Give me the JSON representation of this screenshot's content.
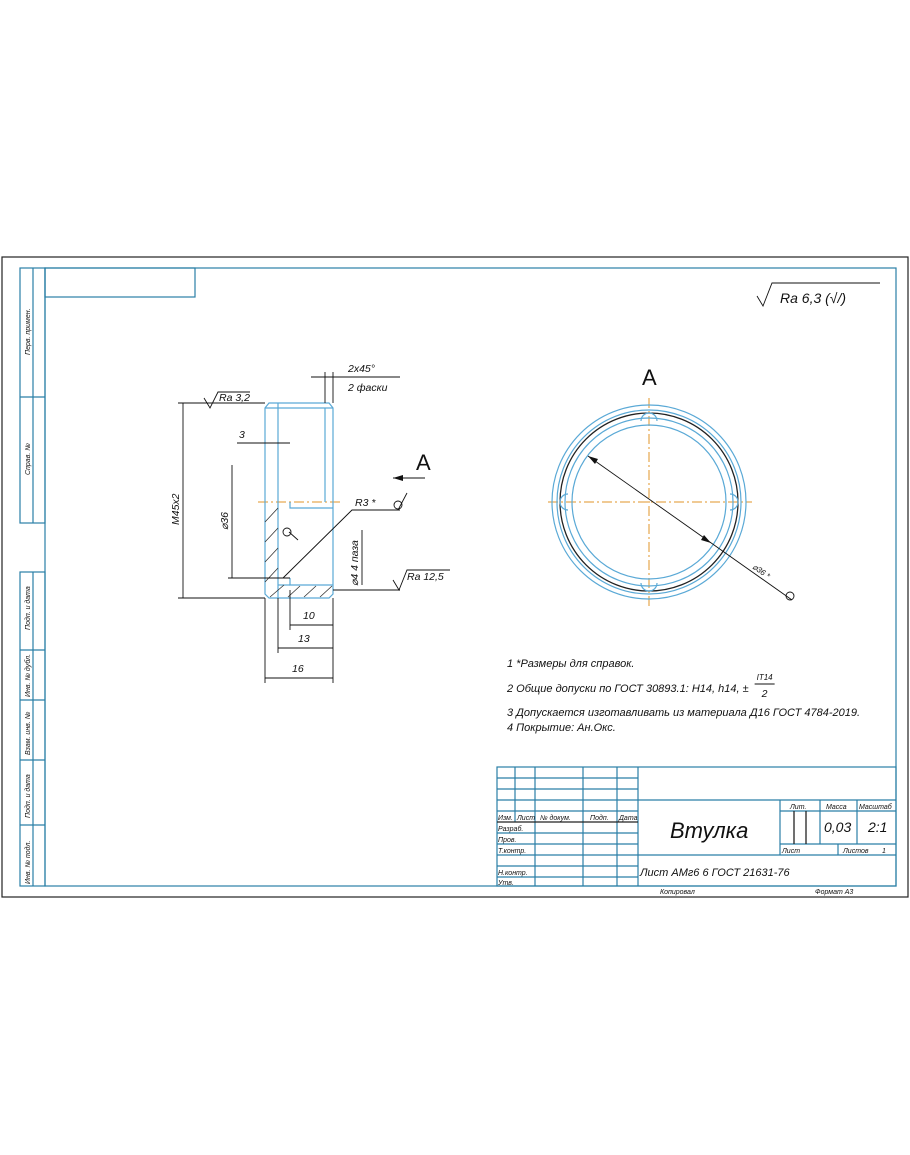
{
  "drawing": {
    "title": "Втулка",
    "material": "Лист АМг6 6 ГОСТ 21631-76",
    "mass": "0,03",
    "scale": "2:1",
    "sheets_label": "Листов",
    "sheets_value": "1",
    "sheet_label": "Лист",
    "lit_label": "Лит.",
    "mass_label": "Масса",
    "scale_label": "Масштаб",
    "copied": "Копировал",
    "format": "Формат   А3",
    "general_roughness": "Ra 6,3 (√/)"
  },
  "title_block_rows": {
    "izm": "Изм.",
    "list": "Лист",
    "doc": "№ докум.",
    "sign": "Подп.",
    "date": "Дата",
    "developed": "Разраб.",
    "checked": "Пров.",
    "tcontrol": "Т.контр.",
    "ncontrol": "Н.контр.",
    "approved": "Утв."
  },
  "side_strip": [
    "Перв. примен.",
    "Справ. №",
    "Подп. и дата",
    "Инв. № дубл.",
    "Взам. инв. №",
    "Подп. и дата",
    "Инв. № подл."
  ],
  "notes": [
    "1  *Размеры для справок.",
    "2  Общие допуски по ГОСТ 30893.1: H14, h14, ±",
    "3  Допускается изготавливать из материала Д16 ГОСТ 4784-2019.",
    "4  Покрытие: Ан.Окс."
  ],
  "note2_fraction": {
    "num": "IT14",
    "den": "2"
  },
  "dimensions": {
    "thread": "M45x2",
    "bore": "⌀36",
    "wall": "3",
    "d10": "10",
    "d13": "13",
    "d16": "16",
    "chamfer": "2x45°",
    "chamfer_note": "2 фаски",
    "radius": "R3 *",
    "slot": "⌀4  4 паза",
    "ra_top": "Ra 3,2",
    "ra_slot": "Ra 12,5",
    "view_label": "A",
    "view_title": "A",
    "circle_dia": "⌀36 *"
  }
}
